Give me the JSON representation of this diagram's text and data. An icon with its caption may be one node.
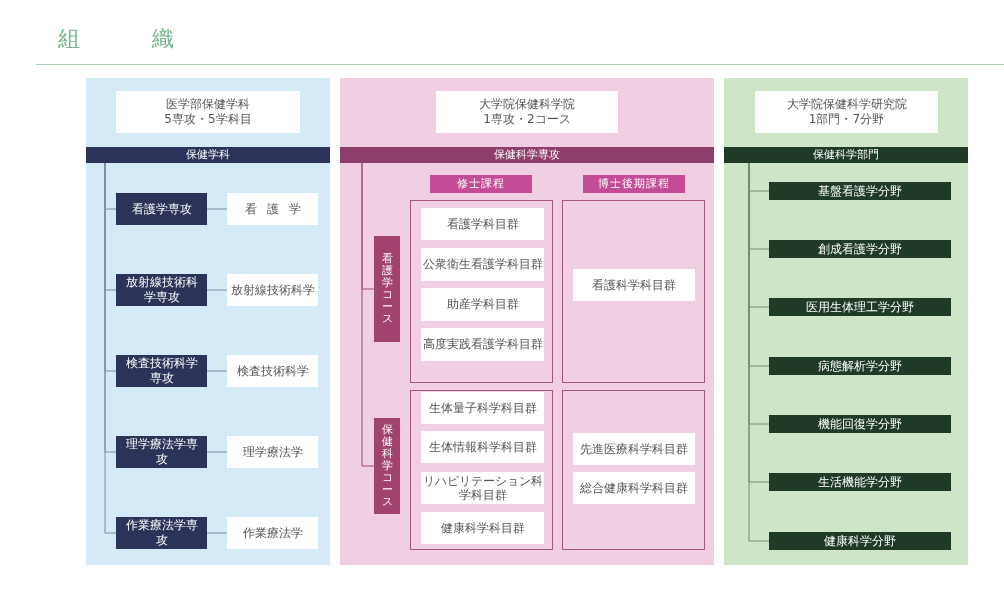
{
  "diagram": {
    "title": "組織",
    "nodes": [
      {
        "text": [],
        "shape": "box"
      },
      {
        "text": [
          "医学部保健学科",
          "5専攻・5学科目"
        ],
        "in": 0
      },
      {
        "text": [
          "保健学科"
        ],
        "in": 0
      },
      {
        "text": [
          "看護学専攻"
        ],
        "in": 0
      },
      {
        "text": [
          "看護学"
        ],
        "in": 0
      },
      {
        "text": [
          "放射線技術科学専攻"
        ],
        "in": 0
      },
      {
        "text": [
          "放射線技術科学"
        ],
        "in": 0
      },
      {
        "text": [
          "検査技術科学専攻"
        ],
        "in": 0
      },
      {
        "text": [
          "検査技術科学"
        ],
        "in": 0
      },
      {
        "text": [
          "理学療法学専攻"
        ],
        "in": 0
      },
      {
        "text": [
          "理学療法学"
        ],
        "in": 0
      },
      {
        "text": [
          "作業療法学専攻"
        ],
        "in": 0
      },
      {
        "text": [
          "作業療法学"
        ],
        "in": 0
      },
      {
        "text": [],
        "shape": "box"
      },
      {
        "text": [
          "大学院保健科学院",
          "1専攻・2コース"
        ],
        "in": 13
      },
      {
        "text": [
          "保健科学専攻"
        ],
        "in": 13
      },
      {
        "text": [
          "修士課程"
        ],
        "in": 13
      },
      {
        "text": [
          "博士後期課程"
        ],
        "in": 13
      },
      {
        "text": [
          "看護学コース"
        ],
        "in": 13
      },
      {
        "text": [],
        "shape": "box",
        "in": 13
      },
      {
        "text": [
          "看護学科目群"
        ],
        "in": 19
      },
      {
        "text": [
          "公衆衛生看護学科目群"
        ],
        "in": 19
      },
      {
        "text": [
          "助産学科目群"
        ],
        "in": 19
      },
      {
        "text": [
          "高度実践看護学科目群"
        ],
        "in": 19
      },
      {
        "text": [],
        "shape": "box",
        "in": 13
      },
      {
        "text": [
          "看護科学科目群"
        ],
        "in": 24
      },
      {
        "text": [
          "保健科学コース"
        ],
        "in": 13
      },
      {
        "text": [],
        "shape": "box",
        "in": 13
      },
      {
        "text": [
          "生体量子科学科目群"
        ],
        "in": 27
      },
      {
        "text": [
          "生体情報科学科目群"
        ],
        "in": 27
      },
      {
        "text": [
          "リハビリテーション科学科目群"
        ],
        "in": 27
      },
      {
        "text": [
          "健康科学科目群"
        ],
        "in": 27
      },
      {
        "text": [],
        "shape": "box",
        "in": 13
      },
      {
        "text": [
          "先進医療科学科目群"
        ],
        "in": 32
      },
      {
        "text": [
          "総合健康科学科目群"
        ],
        "in": 32
      },
      {
        "text": [],
        "shape": "box"
      },
      {
        "text": [
          "大学院保健科学研究院",
          "1部門・7分野"
        ],
        "in": 35
      },
      {
        "text": [
          "保健科学部門"
        ],
        "in": 35
      },
      {
        "text": [
          "基盤看護学分野"
        ],
        "in": 35
      },
      {
        "text": [
          "創成看護学分野"
        ],
        "in": 35
      },
      {
        "text": [
          "医用生体理工学分野"
        ],
        "in": 35
      },
      {
        "text": [
          "病態解析学分野"
        ],
        "in": 35
      },
      {
        "text": [
          "機能回復学分野"
        ],
        "in": 35
      },
      {
        "text": [
          "生活機能学分野"
        ],
        "in": 35
      },
      {
        "text": [
          "健康科学分野"
        ],
        "in": 35
      }
    ],
    "edges": [
      {
        "from": 2,
        "to": 3,
        "arrow": "none"
      },
      {
        "from": 2,
        "to": 5,
        "arrow": "none"
      },
      {
        "from": 2,
        "to": 7,
        "arrow": "none"
      },
      {
        "from": 2,
        "to": 9,
        "arrow": "none"
      },
      {
        "from": 2,
        "to": 11,
        "arrow": "none"
      },
      {
        "from": 3,
        "to": 4,
        "arrow": "none"
      },
      {
        "from": 5,
        "to": 6,
        "arrow": "none"
      },
      {
        "from": 7,
        "to": 8,
        "arrow": "none"
      },
      {
        "from": 9,
        "to": 10,
        "arrow": "none"
      },
      {
        "from": 11,
        "to": 12,
        "arrow": "none"
      },
      {
        "from": 15,
        "to": 18,
        "arrow": "none"
      },
      {
        "from": 15,
        "to": 26,
        "arrow": "none"
      },
      {
        "from": 37,
        "to": 38,
        "arrow": "none"
      },
      {
        "from": 37,
        "to": 39,
        "arrow": "none"
      },
      {
        "from": 37,
        "to": 40,
        "arrow": "none"
      },
      {
        "from": 37,
        "to": 41,
        "arrow": "none"
      },
      {
        "from": 37,
        "to": 42,
        "arrow": "none"
      },
      {
        "from": 37,
        "to": 43,
        "arrow": "none"
      },
      {
        "from": 37,
        "to": 44,
        "arrow": "none"
      }
    ]
  }
}
